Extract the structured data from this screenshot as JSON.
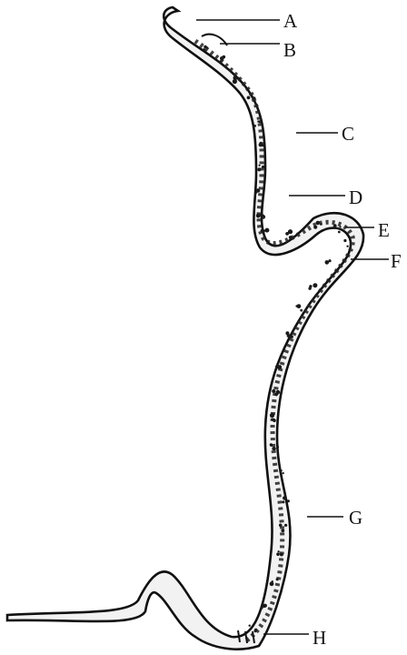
{
  "diagram": {
    "labels": [
      {
        "id": "A",
        "text": "A"
      },
      {
        "id": "B",
        "text": "B"
      },
      {
        "id": "C",
        "text": "C"
      },
      {
        "id": "D",
        "text": "D"
      },
      {
        "id": "E",
        "text": "E"
      },
      {
        "id": "F",
        "text": "F"
      },
      {
        "id": "G",
        "text": "G"
      },
      {
        "id": "H",
        "text": "H"
      }
    ]
  },
  "colors": {
    "ink": "#111111",
    "background": "#ffffff",
    "body_fill": "#e9e9e9",
    "granule": "#1a1a1a"
  }
}
